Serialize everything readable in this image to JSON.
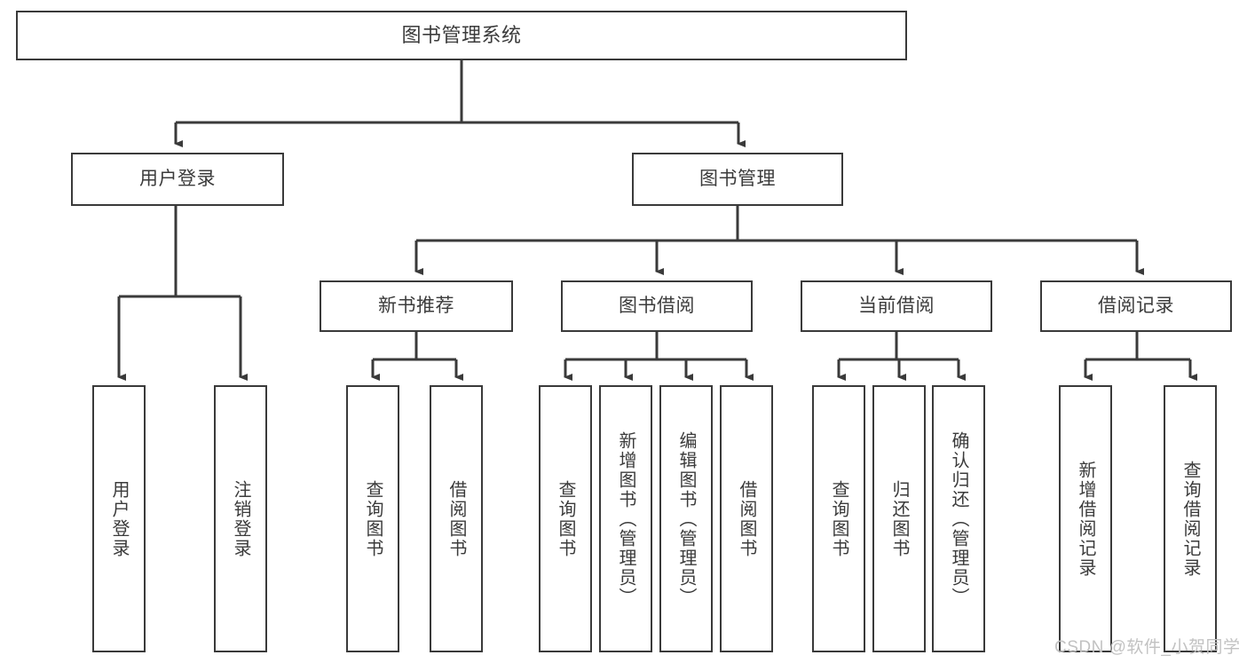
{
  "diagram": {
    "type": "tree-hierarchy-functional-decomposition",
    "root": {
      "label": "图书管理系统"
    },
    "level2": [
      {
        "label": "用户登录"
      },
      {
        "label": "图书管理"
      }
    ],
    "level3": [
      {
        "label": "新书推荐",
        "parent": "图书管理"
      },
      {
        "label": "图书借阅",
        "parent": "图书管理"
      },
      {
        "label": "当前借阅",
        "parent": "图书管理"
      },
      {
        "label": "借阅记录",
        "parent": "图书管理"
      }
    ],
    "leaves": {
      "user_login": [
        {
          "label": "用户登录"
        },
        {
          "label": "注销登录"
        }
      ],
      "new_book_recommend": [
        {
          "label": "查询图书"
        },
        {
          "label": "借阅图书"
        }
      ],
      "book_borrow": [
        {
          "label": "查询图书"
        },
        {
          "label": "新增图书（管理员）"
        },
        {
          "label": "编辑图书（管理员）"
        },
        {
          "label": "借阅图书"
        }
      ],
      "current_borrow": [
        {
          "label": "查询图书"
        },
        {
          "label": "归还图书"
        },
        {
          "label": "确认归还（管理员）"
        }
      ],
      "borrow_record": [
        {
          "label": "新增借阅记录"
        },
        {
          "label": "查询借阅记录"
        }
      ]
    }
  },
  "watermark": {
    "text": "CSDN @软件_小贺同学"
  },
  "colors": {
    "stroke": "#3a3a3a",
    "text": "#3b3b3b",
    "background": "#ffffff",
    "watermark": "#c2c2c2"
  }
}
